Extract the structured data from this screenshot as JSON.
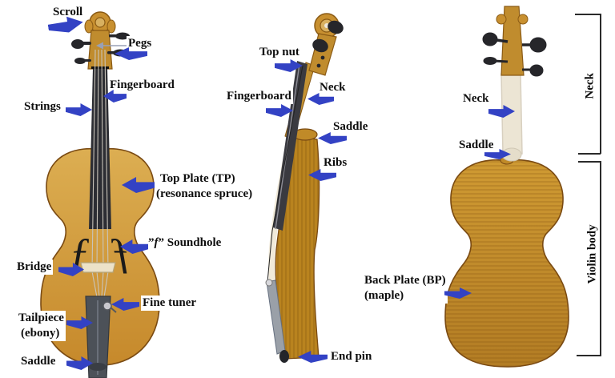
{
  "labels": {
    "scroll": "Scroll",
    "pegs": "Pegs",
    "fingerboard_front": "Fingerboard",
    "strings": "Strings",
    "top_plate_line1": "Top Plate (TP)",
    "top_plate_line2": "(resonance spruce)",
    "soundhole_prefix": "”",
    "soundhole_f": "f",
    "soundhole_suffix": "” Soundhole",
    "bridge": "Bridge",
    "fine_tuner": "Fine tuner",
    "tailpiece_line1": "Tailpiece",
    "tailpiece_line2": "(ebony)",
    "saddle_front": "Saddle",
    "top_nut": "Top nut",
    "neck_side": "Neck",
    "fingerboard_side": "Fingerboard",
    "saddle_side": "Saddle",
    "ribs": "Ribs",
    "end_pin": "End pin",
    "neck_back": "Neck",
    "saddle_back": "Saddle",
    "back_plate_line1": "Back Plate (BP)",
    "back_plate_line2": "(maple)",
    "bracket_neck": "Neck",
    "bracket_body": "Violin body"
  },
  "colors": {
    "arrow_blue": "#3342c4",
    "label_text": "#0d0d0d",
    "violin_amber": "#cc9631",
    "violin_amber_dark": "#a8761f",
    "violin_edge": "#7a4a12",
    "fingerboard_dark": "#2c2d33",
    "neck_back_light": "#ece5d4",
    "bridge_cream": "#ece2c8",
    "tailpiece_gray": "#4c5158",
    "bracket_line": "#2a2a2a"
  }
}
